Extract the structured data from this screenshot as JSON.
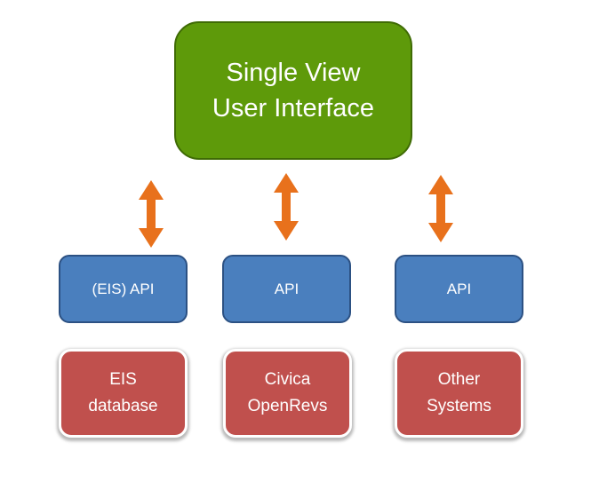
{
  "top_box": {
    "lines": [
      "Single View",
      "User Interface"
    ]
  },
  "api_boxes": [
    {
      "label": "(EIS) API"
    },
    {
      "label": "API"
    },
    {
      "label": "API"
    }
  ],
  "data_sources": [
    {
      "lines": [
        "EIS",
        "database"
      ]
    },
    {
      "lines": [
        "Civica",
        "OpenRevs"
      ]
    },
    {
      "lines": [
        "Other",
        "Systems"
      ]
    }
  ],
  "colors": {
    "top_box": "#5e9a0a",
    "api_box": "#4a7fbe",
    "data_source": "#c0504d",
    "arrow": "#e8711c"
  },
  "connector_icon": "double-headed-vertical-arrow"
}
